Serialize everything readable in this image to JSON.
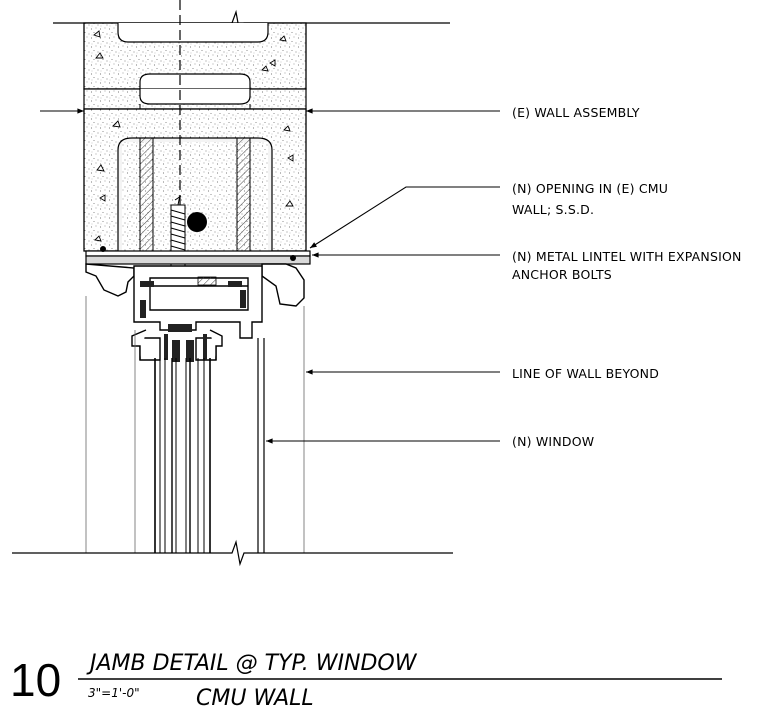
{
  "callouts": {
    "wall_assembly": "(E) WALL ASSEMBLY",
    "opening_line1": "(N) OPENING IN (E) CMU",
    "opening_line2": "WALL; S.S.D.",
    "lintel_line1": "(N) METAL LINTEL WITH EXPANSION",
    "lintel_line2": "ANCHOR BOLTS",
    "wall_beyond": "LINE OF WALL BEYOND",
    "window": "(N) WINDOW"
  },
  "title_block": {
    "number": "10",
    "title_line1": "JAMB DETAIL @ TYP. WINDOW",
    "title_line2": "CMU WALL",
    "scale": "3\"=1'-0\""
  }
}
